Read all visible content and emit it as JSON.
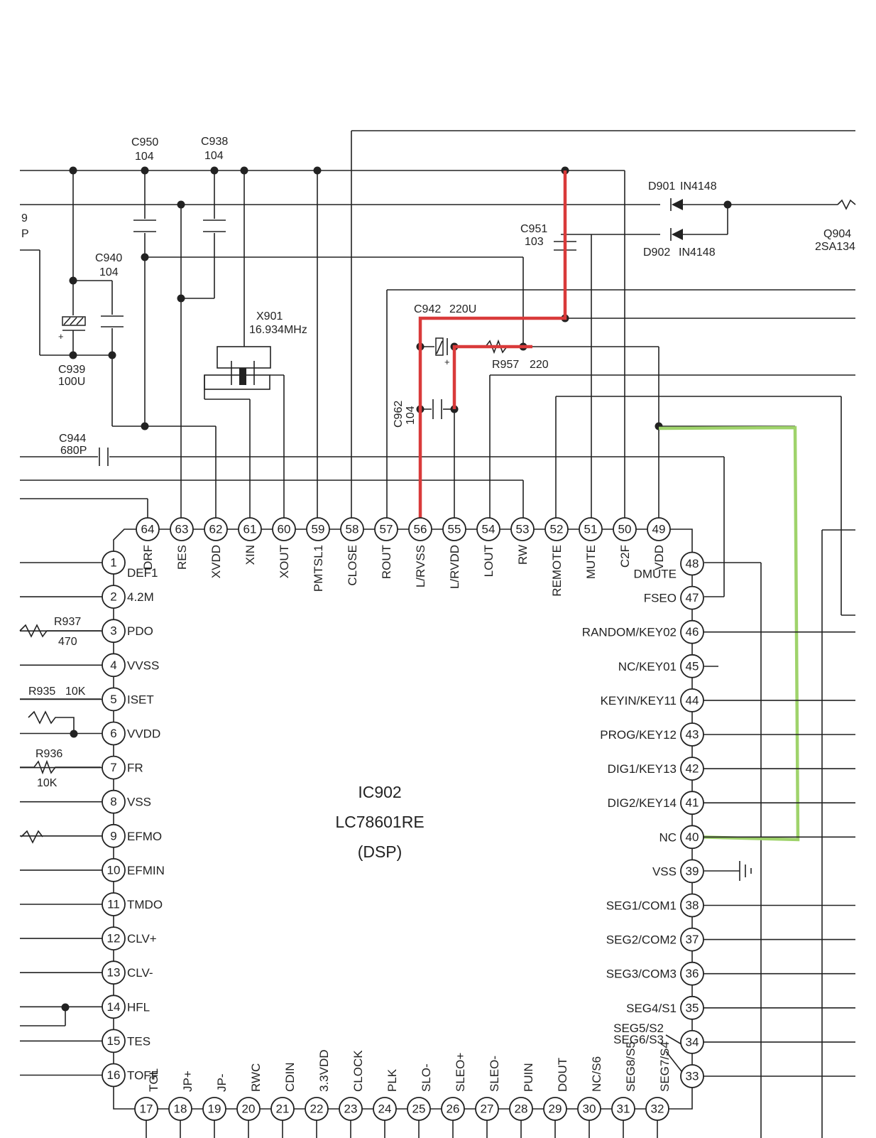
{
  "ic": {
    "ref": "IC902",
    "part": "LC78601RE",
    "function": "(DSP)"
  },
  "pins_left": [
    {
      "n": "1",
      "label": "DEF1"
    },
    {
      "n": "2",
      "label": "4.2M"
    },
    {
      "n": "3",
      "label": "PDO"
    },
    {
      "n": "4",
      "label": "VVSS"
    },
    {
      "n": "5",
      "label": "ISET"
    },
    {
      "n": "6",
      "label": "VVDD"
    },
    {
      "n": "7",
      "label": "FR"
    },
    {
      "n": "8",
      "label": "VSS"
    },
    {
      "n": "9",
      "label": "EFMO"
    },
    {
      "n": "10",
      "label": "EFMIN"
    },
    {
      "n": "11",
      "label": "TMDO"
    },
    {
      "n": "12",
      "label": "CLV+"
    },
    {
      "n": "13",
      "label": "CLV-"
    },
    {
      "n": "14",
      "label": "HFL"
    },
    {
      "n": "15",
      "label": "TES"
    },
    {
      "n": "16",
      "label": "TOFF"
    }
  ],
  "pins_bottom": [
    {
      "n": "17",
      "label": "TGL"
    },
    {
      "n": "18",
      "label": "JP+"
    },
    {
      "n": "19",
      "label": "JP-"
    },
    {
      "n": "20",
      "label": "RWC"
    },
    {
      "n": "21",
      "label": "CDIN"
    },
    {
      "n": "22",
      "label": "3.3VDD"
    },
    {
      "n": "23",
      "label": "CLOCK"
    },
    {
      "n": "24",
      "label": "PLK"
    },
    {
      "n": "25",
      "label": "SLO-"
    },
    {
      "n": "26",
      "label": "SLEO+"
    },
    {
      "n": "27",
      "label": "SLEO-"
    },
    {
      "n": "28",
      "label": "PUIN"
    },
    {
      "n": "29",
      "label": "DOUT"
    },
    {
      "n": "30",
      "label": "NC/S6"
    },
    {
      "n": "31",
      "label": "SEG8/S5"
    },
    {
      "n": "32",
      "label": "SEG7/S4"
    }
  ],
  "pins_right": [
    {
      "n": "33",
      "label": "SEG6/S3"
    },
    {
      "n": "34",
      "label": "SEG5/S2"
    },
    {
      "n": "35",
      "label": "SEG4/S1"
    },
    {
      "n": "36",
      "label": "SEG3/COM3"
    },
    {
      "n": "37",
      "label": "SEG2/COM2"
    },
    {
      "n": "38",
      "label": "SEG1/COM1"
    },
    {
      "n": "39",
      "label": "VSS"
    },
    {
      "n": "40",
      "label": "NC"
    },
    {
      "n": "41",
      "label": "DIG2/KEY14"
    },
    {
      "n": "42",
      "label": "DIG1/KEY13"
    },
    {
      "n": "43",
      "label": "PROG/KEY12"
    },
    {
      "n": "44",
      "label": "KEYIN/KEY11"
    },
    {
      "n": "45",
      "label": "NC/KEY01"
    },
    {
      "n": "46",
      "label": "RANDOM/KEY02"
    },
    {
      "n": "47",
      "label": "FSEO"
    },
    {
      "n": "48",
      "label": "DMUTE"
    }
  ],
  "pins_top": [
    {
      "n": "49",
      "label": "VDD"
    },
    {
      "n": "50",
      "label": "C2F"
    },
    {
      "n": "51",
      "label": "MUTE"
    },
    {
      "n": "52",
      "label": "REMOTE"
    },
    {
      "n": "53",
      "label": "RW"
    },
    {
      "n": "54",
      "label": "LOUT"
    },
    {
      "n": "55",
      "label": "L/RVDD"
    },
    {
      "n": "56",
      "label": "L/RVSS"
    },
    {
      "n": "57",
      "label": "ROUT"
    },
    {
      "n": "58",
      "label": "CLOSE"
    },
    {
      "n": "59",
      "label": "PMTSL1"
    },
    {
      "n": "60",
      "label": "XOUT"
    },
    {
      "n": "61",
      "label": "XIN"
    },
    {
      "n": "62",
      "label": "XVDD"
    },
    {
      "n": "63",
      "label": "RES"
    },
    {
      "n": "64",
      "label": "DRF"
    }
  ],
  "components": {
    "c950": {
      "ref": "C950",
      "val": "104"
    },
    "c938": {
      "ref": "C938",
      "val": "104"
    },
    "c940": {
      "ref": "C940",
      "val": "104"
    },
    "c939": {
      "ref": "C939",
      "val": "100U"
    },
    "c944": {
      "ref": "C944",
      "val": "680P"
    },
    "x901": {
      "ref": "X901",
      "val": "16.934MHz"
    },
    "c951": {
      "ref": "C951",
      "val": "103"
    },
    "c942": {
      "ref": "C942",
      "val": "220U"
    },
    "r957": {
      "ref": "R957",
      "val": "220"
    },
    "c962": {
      "ref": "C962",
      "val": "104"
    },
    "d901": {
      "ref": "D901",
      "val": "IN4148"
    },
    "d902": {
      "ref": "D902",
      "val": "IN4148"
    },
    "q904": {
      "ref": "Q904",
      "val": "2SA134"
    },
    "r937": {
      "ref": "R937",
      "val": "470"
    },
    "r935": {
      "ref": "R935",
      "val": "10K"
    },
    "r936": {
      "ref": "R936",
      "val": "10K"
    },
    "edge_9": "9",
    "edge_p": "P"
  },
  "highlight_colors": {
    "red": "#d93a3a",
    "green": "#9fd36b"
  }
}
